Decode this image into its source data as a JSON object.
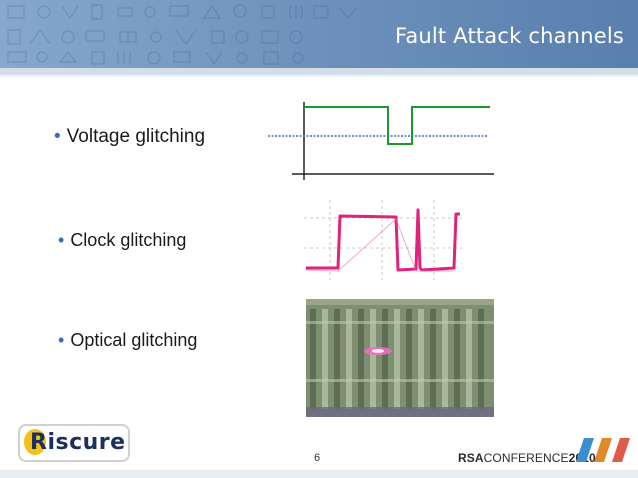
{
  "header": {
    "title": "Fault Attack channels"
  },
  "bullets": [
    {
      "symbol": "•",
      "text": "Voltage glitching"
    },
    {
      "symbol": "•",
      "text": "Clock glitching"
    },
    {
      "symbol": "•",
      "text": "Optical glitching"
    }
  ],
  "figures": {
    "voltage": {
      "signal_color": "#1a9a2a",
      "reference_color": "#3a6fc4",
      "axis_color": "#222222"
    },
    "clock": {
      "signal_color": "#e0227a",
      "grid_color": "#c8c8c8"
    },
    "optical": {
      "base_color": "#7d8f6e",
      "flash_color": "#f06bc8"
    }
  },
  "footer": {
    "logo": "Riscure",
    "page_number": "6",
    "rsa_prefix": "RSA",
    "rsa_conference": "CONFERENCE",
    "rsa_year": "2010"
  },
  "colors": {
    "header_blue": "#6f93bd",
    "bullet_blue": "#3a6eb5",
    "logo_navy": "#1d2f5e",
    "logo_yellow": "#f2c21b"
  }
}
